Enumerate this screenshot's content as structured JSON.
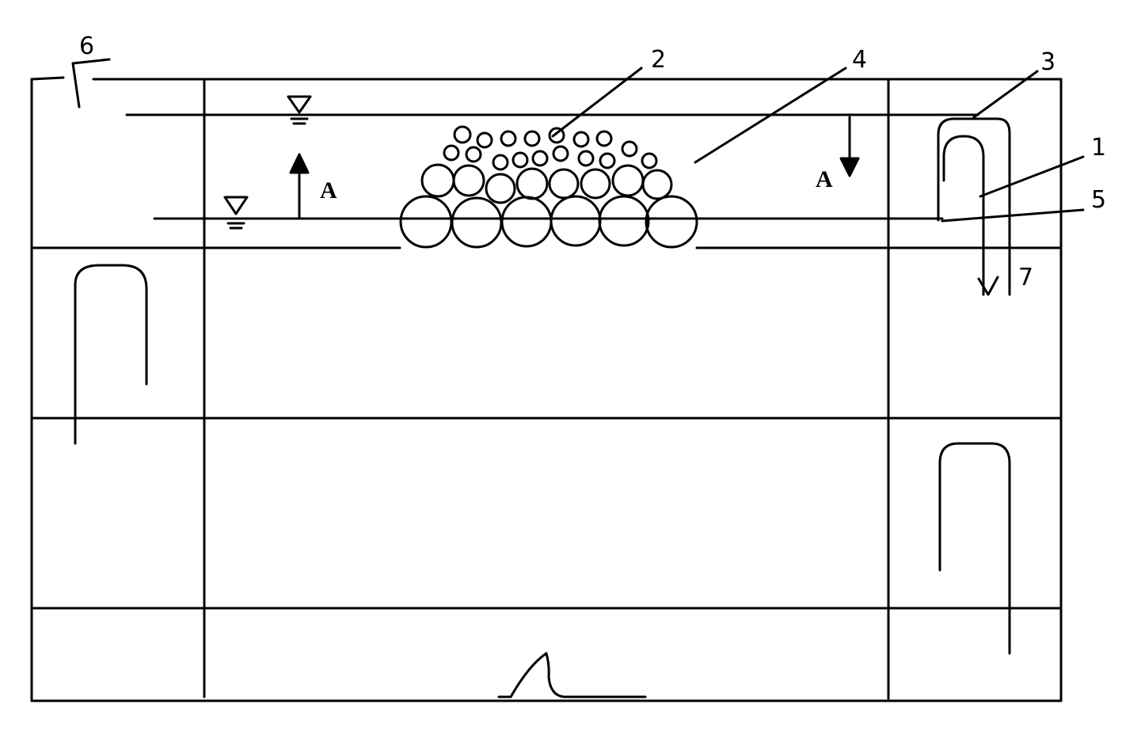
{
  "diagram": {
    "labels": {
      "part_1": "1",
      "part_2": "2",
      "part_3": "3",
      "part_4": "4",
      "part_5": "5",
      "part_6": "6",
      "part_7": "7",
      "section_left": "A",
      "section_right": "A"
    },
    "colors": {
      "line": "#000000",
      "background": "#ffffff"
    }
  }
}
